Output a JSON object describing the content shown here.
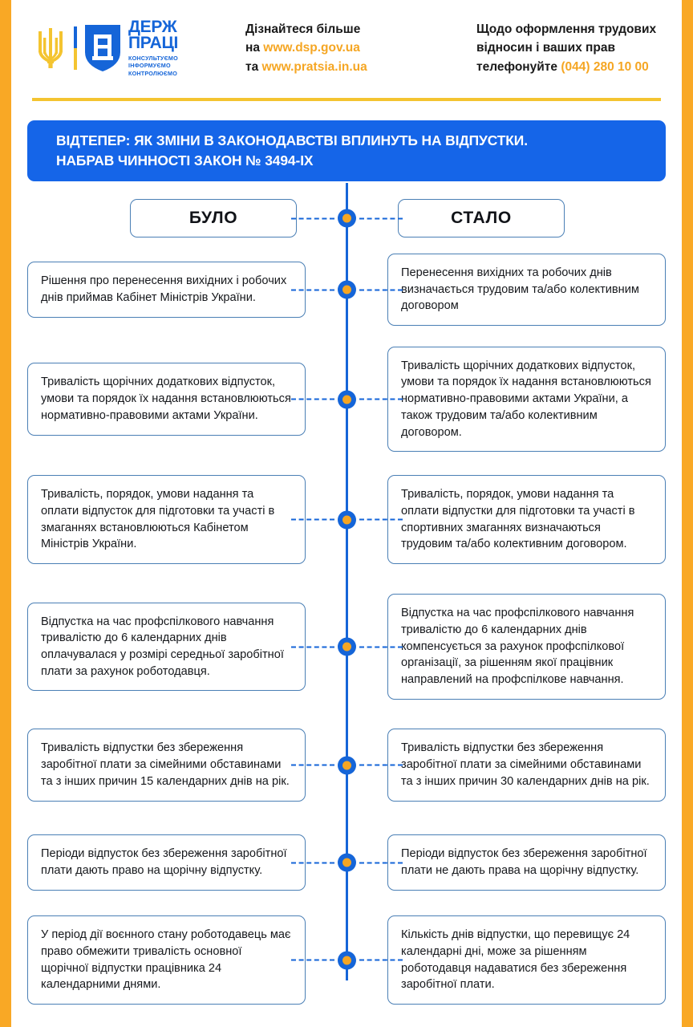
{
  "brand": {
    "logo_main_line1": "ДЕРЖ",
    "logo_main_line2": "ПРАЦІ",
    "logo_sub_line1": "КОНСУЛЬТУЄМО",
    "logo_sub_line2": "ІНФОРМУЄМО",
    "logo_sub_line3": "КОНТРОЛЮЄМО",
    "trident_icon": "ukraine-trident-icon",
    "shield_icon": "derzhpratsi-shield-icon",
    "colors": {
      "blue": "#1565d8",
      "banner_blue": "#1565e8",
      "yellow": "#f4c430",
      "orange": "#f5a623",
      "box_border": "#4a7fb5"
    }
  },
  "header": {
    "info_block": {
      "line1": "Дізнайтеся більше",
      "line2_prefix": "на ",
      "line2_link": "www.dsp.gov.ua",
      "line3_prefix": "та ",
      "line3_link": "www.pratsia.in.ua"
    },
    "contact_block": {
      "line1": "Щодо оформлення трудових",
      "line2": "відносин і ваших прав",
      "line3_prefix": "телефонуйте ",
      "line3_phone": "(044) 280 10 00"
    }
  },
  "title": {
    "line1": "ВІДТЕПЕР: ЯК ЗМІНИ В ЗАКОНОДАВСТВІ ВПЛИНУТЬ НА ВІДПУСТКИ.",
    "line2": "НАБРАВ ЧИННОСТІ ЗАКОН № 3494-IX"
  },
  "columns": {
    "before_label": "БУЛО",
    "after_label": "СТАЛО"
  },
  "comparisons": [
    {
      "before": "Рішення про перенесення вихідних і робочих днів приймав Кабінет Міністрів України.",
      "after": "Перенесення вихідних та робочих днів визначається трудовим та/або колективним договором"
    },
    {
      "before": "Тривалість щорічних додаткових відпусток, умови та порядок їх надання встановлюються нормативно-правовими актами України.",
      "after": "Тривалість щорічних додаткових відпусток, умови та порядок їх надання встановлюються нормативно-правовими актами України, а також трудовим та/або колективним договором."
    },
    {
      "before": "Тривалість, порядок, умови надання та оплати відпусток для підготовки та участі в змаганнях встановлюються Кабінетом Міністрів України.",
      "after": "Тривалість, порядок, умови надання та оплати відпустки для підготовки та участі в спортивних змаганнях визначаються трудовим та/або колективним договором."
    },
    {
      "before": "Відпустка на час профспілкового навчання тривалістю до 6 календарних днів оплачувалася у розмірі середньої заробітної плати за рахунок роботодавця.",
      "after": "Відпустка на час профспілкового навчання тривалістю до 6 календарних днів компенсується за рахунок профспілкової організації, за рішенням якої працівник направлений на профспілкове навчання."
    },
    {
      "before": "Тривалість відпустки без збереження заробітної плати за сімейними обставинами та з інших причин 15 календарних днів на рік.",
      "after": "Тривалість відпустки без збереження заробітної плати за сімейними обставинами та з інших причин 30 календарних днів на рік."
    },
    {
      "before": "Періоди відпусток без збереження заробітної плати дають право на щорічну відпустку.",
      "after": "Періоди відпусток без збереження заробітної плати не дають права на щорічну відпустку."
    },
    {
      "before": "У період дії воєнного стану роботодавець має право обмежити тривалість основної щорічної відпустки працівника 24 календарними днями.",
      "after": "Кількість днів відпустки, що перевищує 24 календарні дні, може за рішенням роботодавця надаватися без збереження заробітної плати."
    }
  ]
}
